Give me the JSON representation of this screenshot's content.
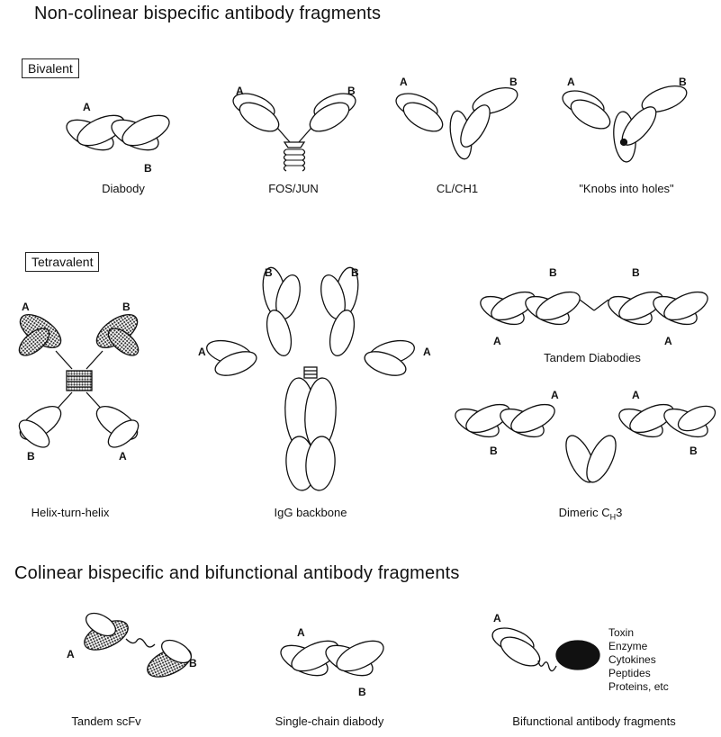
{
  "headings": {
    "noncolinear": "Non-colinear bispecific antibody fragments",
    "colinear": "Colinear bispecific and bifunctional antibody fragments"
  },
  "groups": {
    "bivalent": "Bivalent",
    "tetravalent": "Tetravalent"
  },
  "captions": {
    "diabody": "Diabody",
    "fosjun": "FOS/JUN",
    "clch1": "CL/CH1",
    "knobs": "\"Knobs into holes\"",
    "helix": "Helix-turn-helix",
    "igg": "IgG backbone",
    "tandem_diabodies": "Tandem Diabodies",
    "dimeric": "Dimeric C",
    "dimeric_sub": "H",
    "dimeric_tail": "3",
    "tandem_scfv": "Tandem scFv",
    "single_chain": "Single-chain diabody",
    "bifunctional": "Bifunctional antibody fragments"
  },
  "letters": {
    "a": "A",
    "b": "B"
  },
  "cargo": [
    "Toxin",
    "Enzyme",
    "Cytokines",
    "Peptides",
    "Proteins, etc"
  ],
  "colors": {
    "stroke": "#111111",
    "fill": "#ffffff",
    "shade": "#555555",
    "dark": "#111111"
  }
}
